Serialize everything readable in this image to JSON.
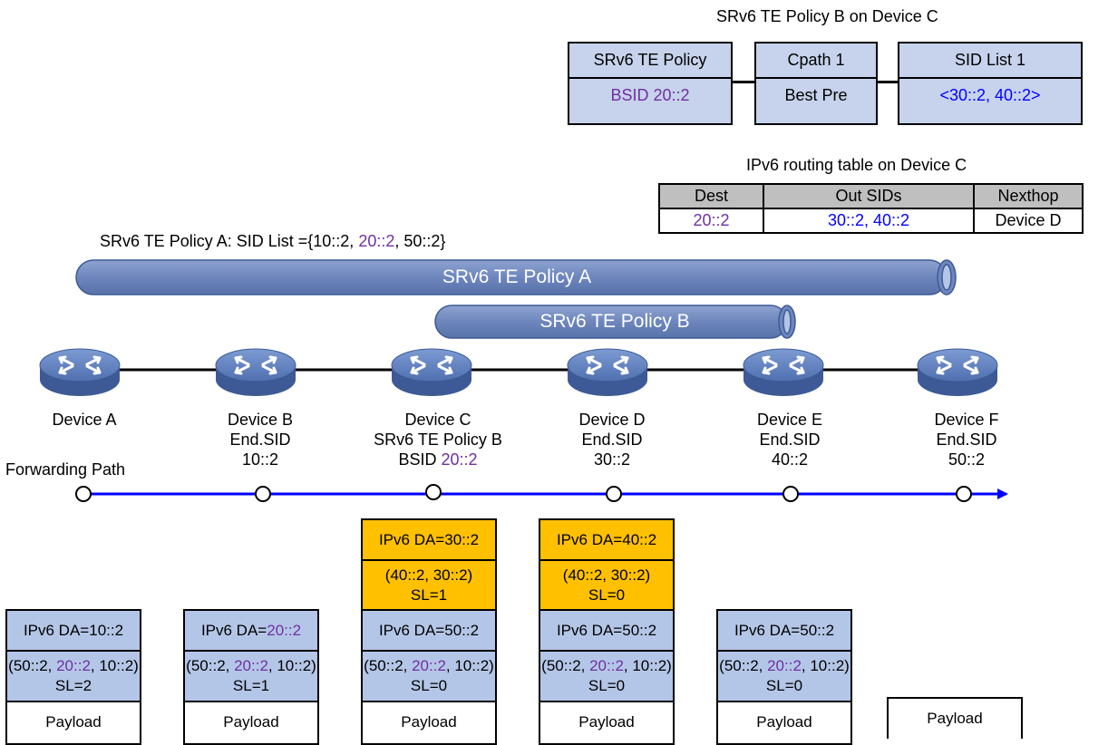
{
  "policy_b_panel": {
    "title": "SRv6 TE Policy B on Device C",
    "policy": {
      "header": "SRv6 TE Policy",
      "value": "BSID 20::2"
    },
    "cpath": {
      "header": "Cpath 1",
      "value": "Best Pre"
    },
    "sidlist": {
      "header": "SID List 1",
      "value": "<30::2, 40::2>"
    }
  },
  "routing_table": {
    "title": "IPv6 routing table on Device C",
    "headers": [
      "Dest",
      "Out SIDs",
      "Nexthop"
    ],
    "row": [
      "20::2",
      "30::2, 40::2",
      "Device D"
    ]
  },
  "policy_a_caption": {
    "prefix": "SRv6 TE Policy A: SID List ={10::2, ",
    "mid": "20::2",
    "suffix": ", 50::2}"
  },
  "tunnels": {
    "a": "SRv6 TE Policy A",
    "b": "SRv6 TE Policy B"
  },
  "devices": [
    {
      "name": "Device A",
      "line2": "",
      "line3": ""
    },
    {
      "name": "Device B",
      "line2": "End.SID",
      "line3": "10::2"
    },
    {
      "name": "Device C",
      "line2": "SRv6 TE Policy B",
      "line3_prefix": "BSID ",
      "line3": "20::2"
    },
    {
      "name": "Device D",
      "line2": "End.SID",
      "line3": "30::2"
    },
    {
      "name": "Device E",
      "line2": "End.SID",
      "line3": "40::2"
    },
    {
      "name": "Device F",
      "line2": "End.SID",
      "line3": "50::2"
    }
  ],
  "forwarding_path_label": "Forwarding Path",
  "outer_headers": [
    {
      "da": "IPv6 DA=30::2",
      "sids": "(40::2, 30::2)",
      "sl": "SL=1"
    },
    {
      "da": "IPv6 DA=40::2",
      "sids": "(40::2, 30::2)",
      "sl": "SL=0"
    }
  ],
  "packets": [
    {
      "da_prefix": "IPv6 DA=",
      "da": "10::2",
      "s1": "(50::2, ",
      "s2": "20::2",
      "s3": ", 10::2)",
      "sl": "SL=2",
      "payload": "Payload"
    },
    {
      "da_prefix": "IPv6 DA=",
      "da": "20::2",
      "s1": "(50::2, ",
      "s2": "20::2",
      "s3": ", 10::2)",
      "sl": "SL=1",
      "payload": "Payload"
    },
    {
      "da_prefix": "IPv6 DA=",
      "da": "50::2",
      "s1": "(50::2, ",
      "s2": "20::2",
      "s3": ", 10::2)",
      "sl": "SL=0",
      "payload": "Payload"
    },
    {
      "da_prefix": "IPv6 DA=",
      "da": "50::2",
      "s1": "(50::2, ",
      "s2": "20::2",
      "s3": ", 10::2)",
      "sl": "SL=0",
      "payload": "Payload"
    },
    {
      "da_prefix": "IPv6 DA=",
      "da": "50::2",
      "s1": "(50::2, ",
      "s2": "20::2",
      "s3": ", 10::2)",
      "sl": "SL=0",
      "payload": "Payload"
    },
    {
      "payload": "Payload"
    }
  ],
  "colors": {
    "purple": "#7030a0",
    "blue": "#0000ff",
    "tunnel": "#6d86bd",
    "router": "#5b7bb8",
    "light_blue": "#b4c6e7",
    "orange": "#ffc000",
    "arrow": "#0000ff"
  }
}
